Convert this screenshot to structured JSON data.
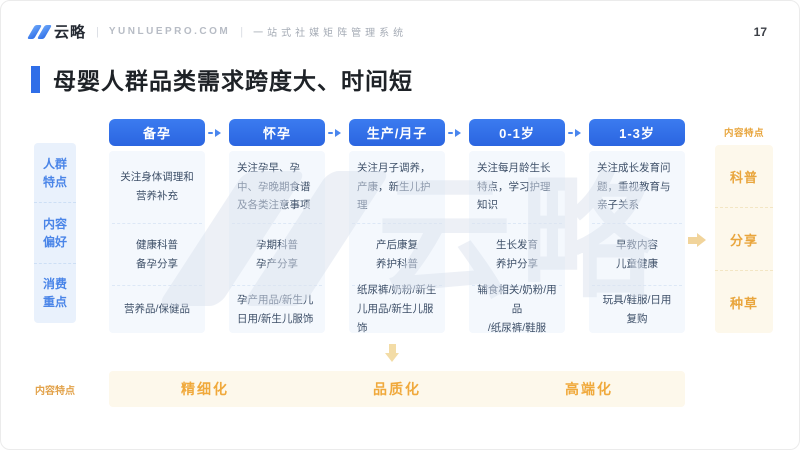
{
  "header": {
    "logo_text": "云略",
    "separator": "|",
    "domain": "YUNLUEPRO.COM",
    "tagline": "一站式社媒矩阵管理系统",
    "page_number": "17"
  },
  "title": "母婴人群品类需求跨度大、时间短",
  "matrix": {
    "row_labels": [
      "人群\n特点",
      "内容\n偏好",
      "消费\n重点"
    ],
    "columns": [
      {
        "header": "备孕",
        "cells": [
          "关注身体调理和\n营养补充",
          "健康科普\n备孕分享",
          "营养品/保健品"
        ]
      },
      {
        "header": "怀孕",
        "cells": [
          "关注孕早、孕中、孕晚期食谱及各类注意事项",
          "孕期科普\n孕产分享",
          "孕产用品/新生儿日用/新生儿服饰"
        ]
      },
      {
        "header": "生产/月子",
        "cells": [
          "关注月子调养，产康，新生儿护理",
          "产后康复\n养护科普",
          "纸尿裤/奶粉/新生儿用品/新生儿服饰"
        ]
      },
      {
        "header": "0-1岁",
        "cells": [
          "关注每月龄生长特点，学习护理知识",
          "生长发育\n养护分享",
          "辅食相关/奶粉/用品\n/纸尿裤/鞋服"
        ]
      },
      {
        "header": "1-3岁",
        "cells": [
          "关注成长发育问题，重视教育与亲子关系",
          "早教内容\n儿童健康",
          "玩具/鞋服/日用\n复购"
        ]
      }
    ]
  },
  "right_panel": {
    "label": "内容特点",
    "items": [
      "科普",
      "分享",
      "种草"
    ]
  },
  "bottom_panel": {
    "label": "内容特点",
    "items": [
      "精细化",
      "品质化",
      "高端化"
    ]
  },
  "watermark_text": "云略",
  "colors": {
    "accent_blue": "#2f6ee8",
    "label_blue": "#4a85e8",
    "label_column_bg": "#e9f1fc",
    "stage_column_bg": "#f4f8fd",
    "cell_text": "#3d4f68",
    "orange_text": "#e9a63e",
    "bottom_item_orange": "#f0a93c",
    "cream_bg": "#fdf8eb",
    "arrow_gold": "#f1d49b"
  },
  "icons": {
    "logo-slashes-icon": "double-slash",
    "flow-arrow-icon": "dashed-right-arrow",
    "to-right-panel-arrow-icon": "fat-right-arrow",
    "to-bottom-bar-arrow-icon": "fat-down-arrow",
    "watermark-logo": "double-slash-with-text"
  }
}
